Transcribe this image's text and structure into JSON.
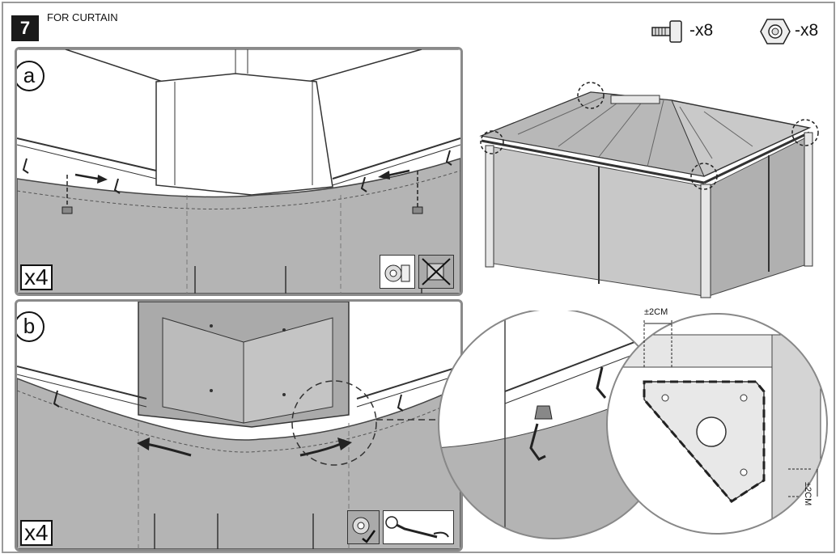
{
  "step": {
    "number": "7",
    "title": "FOR CURTAIN"
  },
  "parts": [
    {
      "icon": "bolt-icon",
      "qty": "-x8"
    },
    {
      "icon": "nut-icon",
      "qty": "-x8"
    }
  ],
  "panels": [
    {
      "letter": "a",
      "multiplier": "x4"
    },
    {
      "letter": "b",
      "multiplier": "x4"
    }
  ],
  "dimensions": {
    "top": "±2CM",
    "side": "±2CM"
  },
  "colors": {
    "curtain": "#b4b4b4",
    "frame": "#9a9a9a",
    "ink": "#111111"
  }
}
